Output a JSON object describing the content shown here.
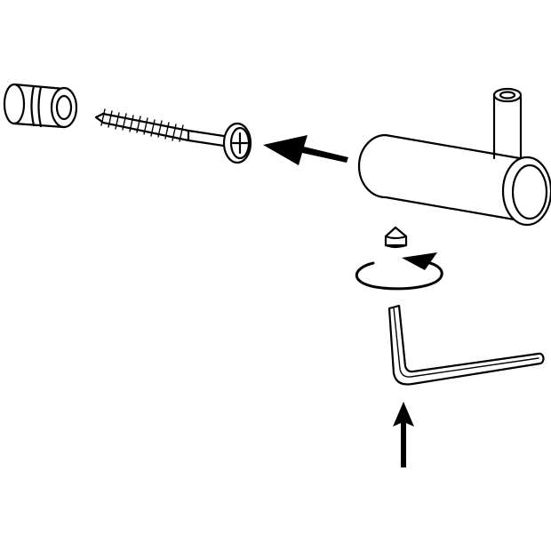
{
  "diagram": {
    "type": "assembly-instruction",
    "parts": [
      {
        "name": "wall-plug",
        "icon": "wall-plug-icon"
      },
      {
        "name": "screw",
        "icon": "screw-icon"
      },
      {
        "name": "hook",
        "icon": "hook-icon"
      },
      {
        "name": "set-screw",
        "icon": "set-screw-icon"
      },
      {
        "name": "allen-key",
        "icon": "allen-key-icon"
      }
    ],
    "arrows": [
      {
        "name": "insert-screw-arrow",
        "direction": "left"
      },
      {
        "name": "rotate-arrow",
        "direction": "clockwise"
      },
      {
        "name": "insert-key-arrow",
        "direction": "up"
      }
    ],
    "stroke_color": "#000000",
    "background_color": "#ffffff"
  }
}
